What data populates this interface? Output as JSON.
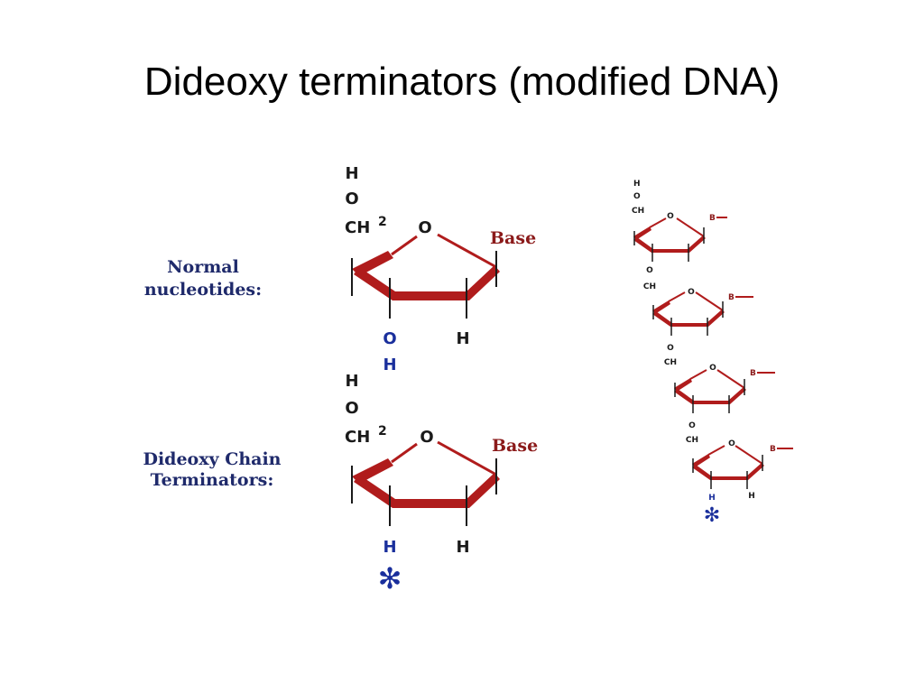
{
  "slide": {
    "title": "Dideoxy terminators (modified DNA)"
  },
  "figure": {
    "normal_label_1": "Normal",
    "normal_label_2": "nucleotides:",
    "dideoxy_label_1": "Dideoxy Chain",
    "dideoxy_label_2": "Terminators:",
    "atom_h": "H",
    "atom_o": "O",
    "ch2": "CH",
    "ch2_sub": "2",
    "ring_o": "O",
    "base": "Base",
    "oh_o": "O",
    "oh_h": "H",
    "star": "✻",
    "small_base": "B",
    "chain_o": "O"
  },
  "colors": {
    "ring_red": "#b01c1c",
    "label_navy": "#1f2a6b",
    "blue_atom": "#1a2f9c",
    "dark_red_text": "#8b1a1a",
    "ink": "#1a1a1a"
  }
}
